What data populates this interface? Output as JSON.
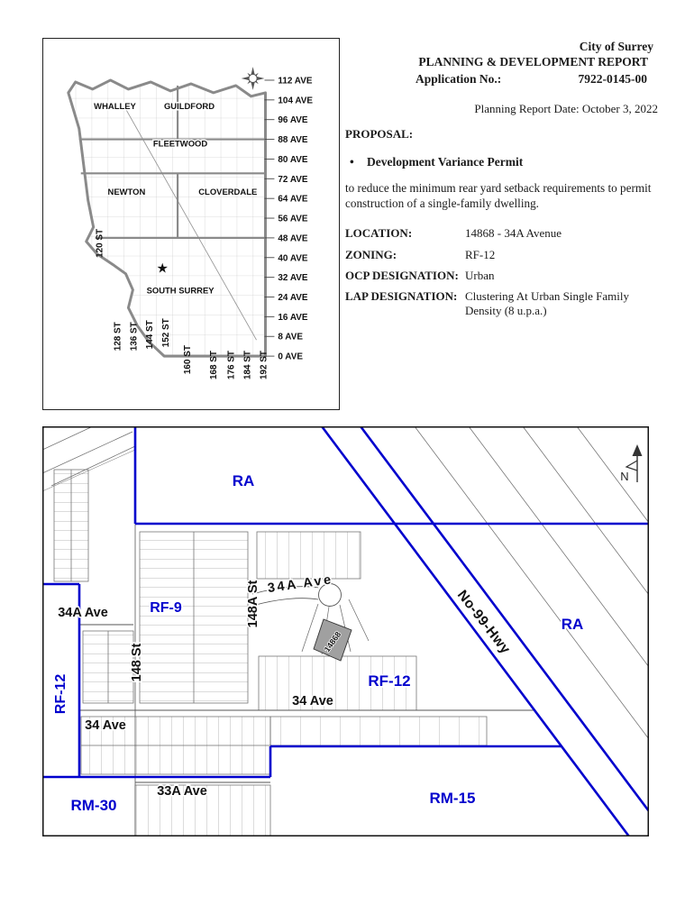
{
  "report": {
    "city": "City of Surrey",
    "title": "PLANNING & DEVELOPMENT REPORT",
    "application_label": "Application No.:",
    "application_number": "7922-0145-00",
    "date_line": "Planning Report Date: October 3, 2022",
    "proposal_label": "PROPOSAL:",
    "bullet_icon": "•",
    "proposal_item": "Development Variance Permit",
    "proposal_description": "to reduce the minimum rear yard setback requirements to permit construction of a single-family dwelling.",
    "details": [
      {
        "label": "LOCATION:",
        "value": "14868 - 34A Avenue"
      },
      {
        "label": "ZONING:",
        "value": "RF-12"
      },
      {
        "label": "OCP DESIGNATION:",
        "value": "Urban"
      },
      {
        "label": "LAP DESIGNATION:",
        "value": "Clustering At Urban Single Family Density (8 u.p.a.)"
      }
    ]
  },
  "overview_map": {
    "marker_icon": "★",
    "districts": [
      "WHALLEY",
      "GUILDFORD",
      "FLEETWOOD",
      "NEWTON",
      "CLOVERDALE",
      "SOUTH SURREY"
    ],
    "avenue_labels": [
      "112 AVE",
      "104 AVE",
      "96 AVE",
      "88 AVE",
      "80 AVE",
      "72 AVE",
      "64 AVE",
      "56 AVE",
      "48 AVE",
      "40 AVE",
      "32 AVE",
      "24 AVE",
      "16 AVE",
      "8 AVE",
      "0 AVE"
    ],
    "street_labels": [
      "120 ST",
      "128 ST",
      "136 ST",
      "144 ST",
      "152 ST",
      "160 ST",
      "168 ST",
      "176 ST",
      "184 ST",
      "192 ST"
    ]
  },
  "zoning_map": {
    "zone_color": "#0000cd",
    "zone_labels": [
      "RA",
      "RA",
      "RF-9",
      "RF-12",
      "RF-12",
      "RM-30",
      "RM-15"
    ],
    "street_labels": [
      "34A Ave",
      "34A Ave",
      "148 St",
      "148A St",
      "34 Ave",
      "34 Ave",
      "33A Ave"
    ],
    "highway_label": "No-99-Hwy",
    "subject_parcel": "14868",
    "north_label": "N"
  }
}
